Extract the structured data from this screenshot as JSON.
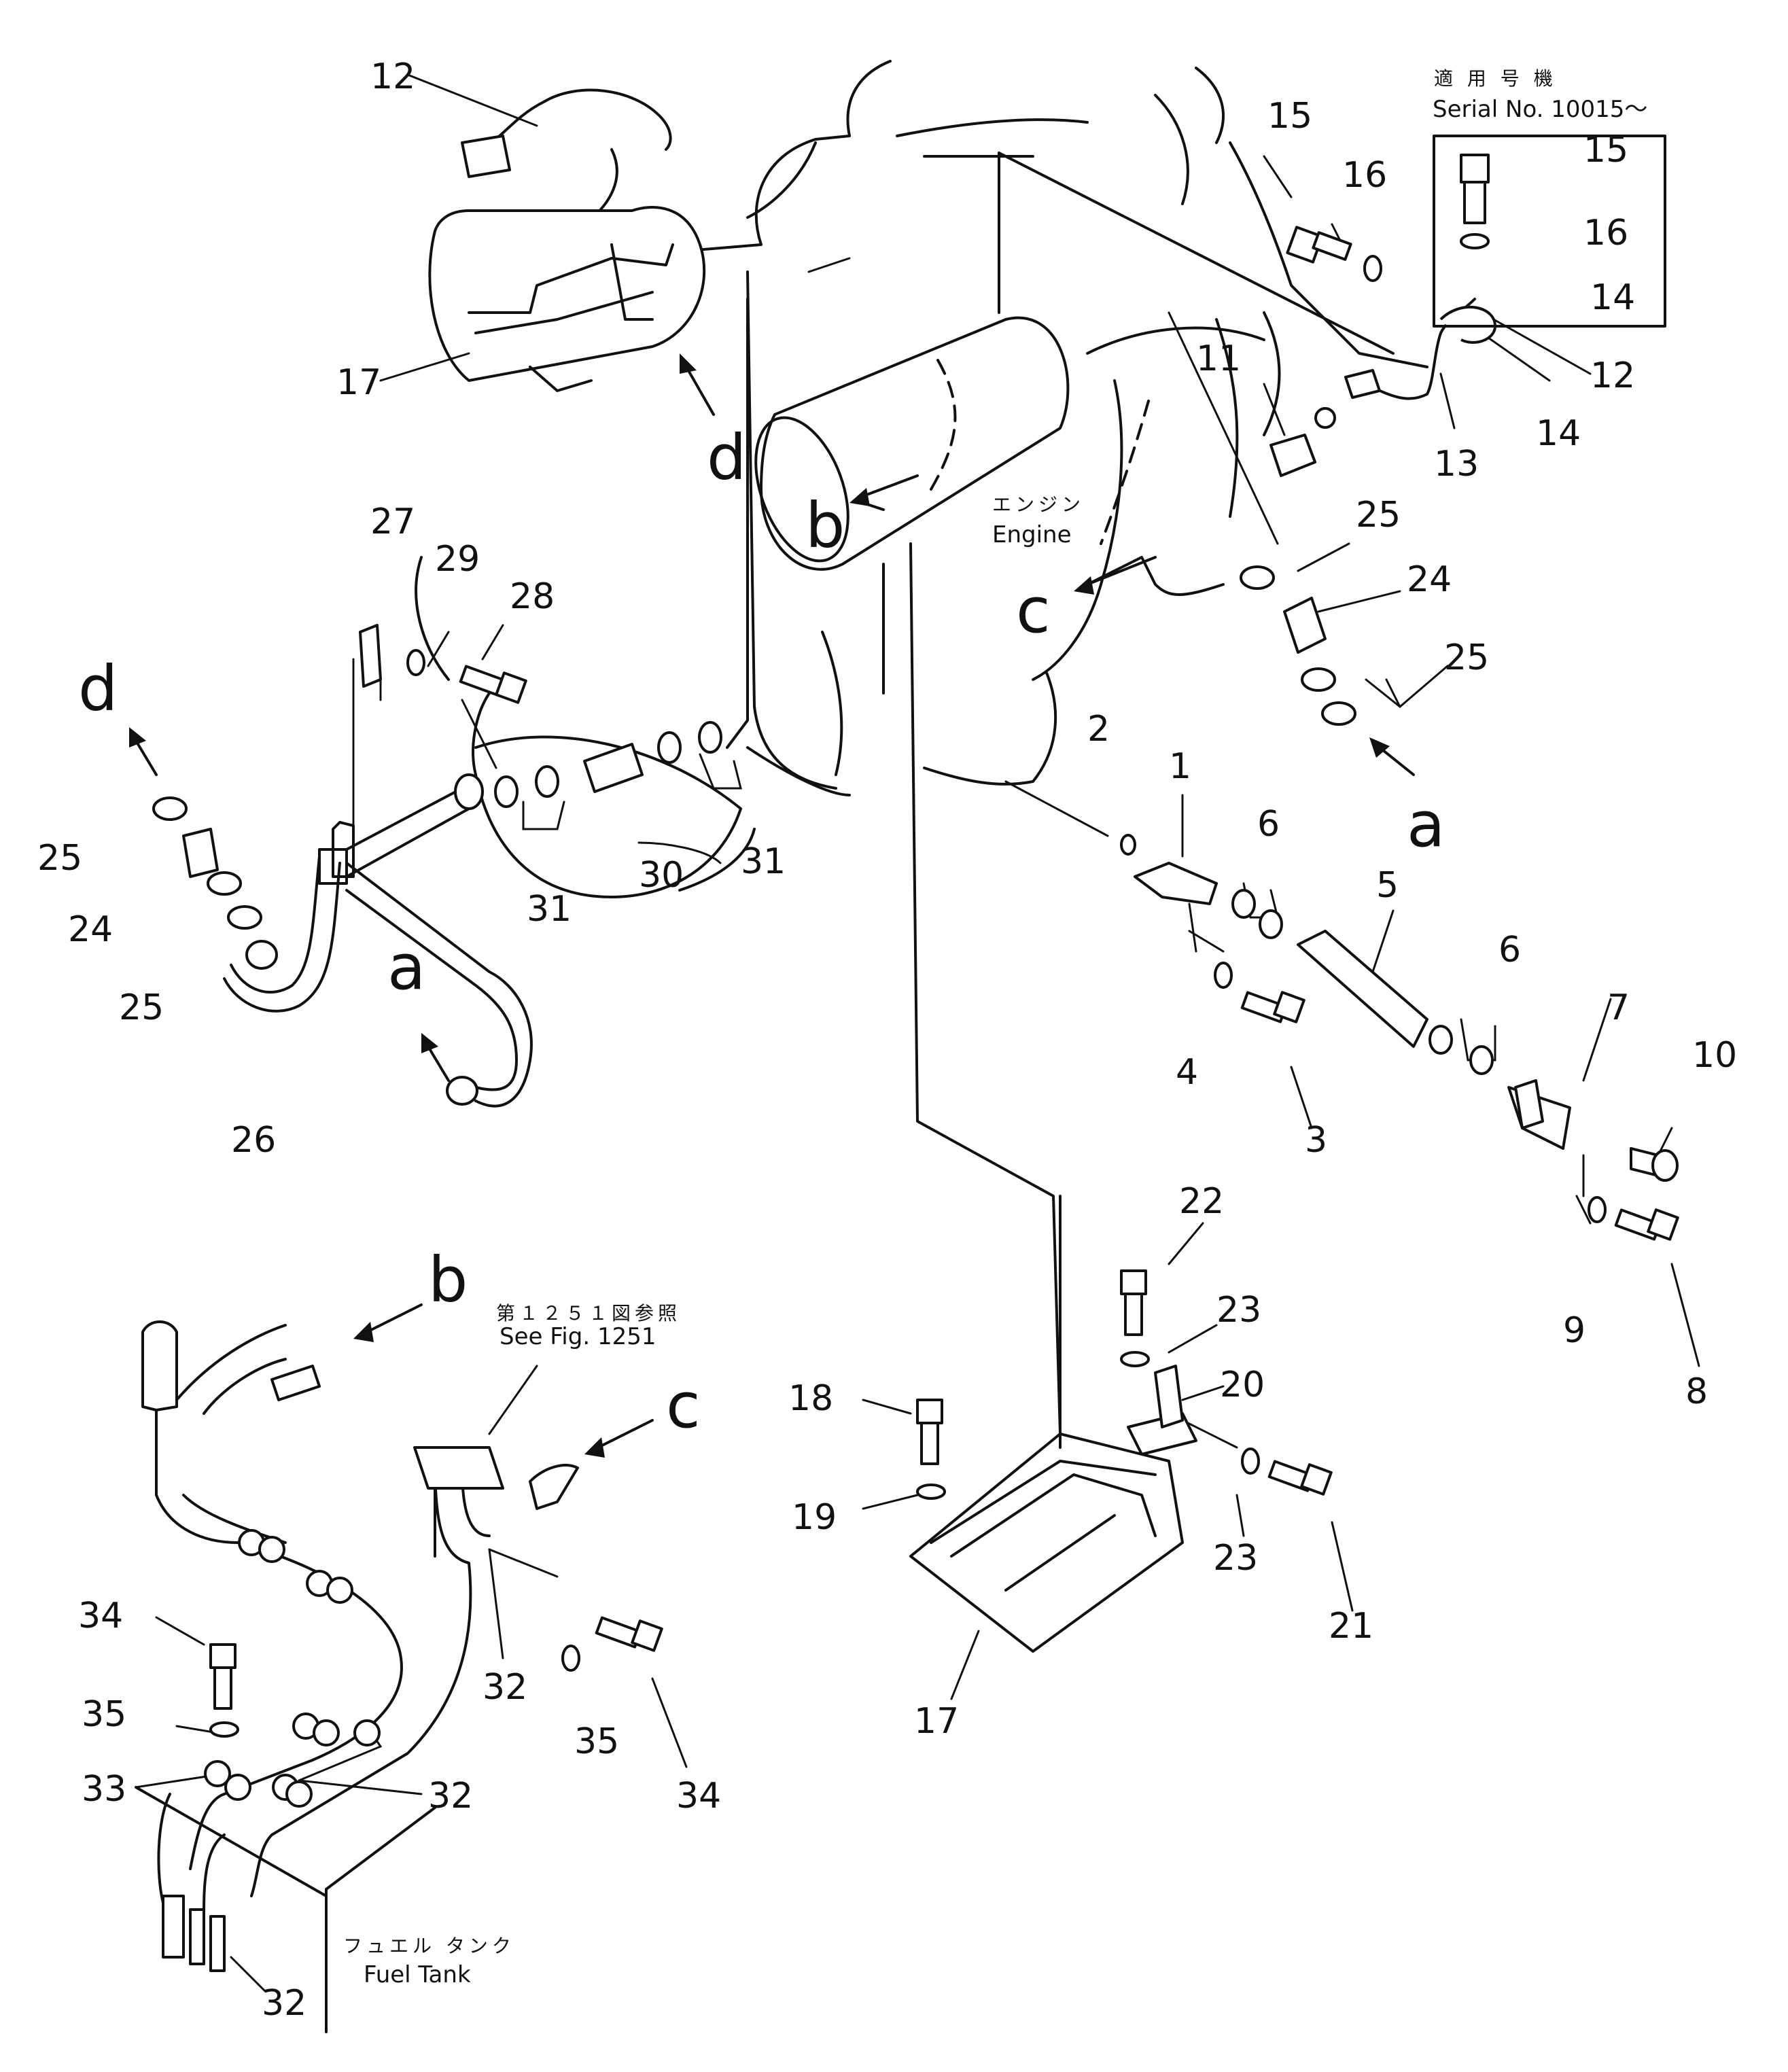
{
  "applicable_serial": {
    "jp": "適 用 号 機",
    "en": "Serial No. 10015～"
  },
  "labels": {
    "engine_jp": "エンジン",
    "engine_en": "Engine",
    "see_fig_jp": "第１２５１図参照",
    "see_fig_en": "See Fig. 1251",
    "fuel_tank_jp": "フュエル タンク",
    "fuel_tank_en": "Fuel Tank"
  },
  "callouts": [
    {
      "id": "c12a",
      "text": "12"
    },
    {
      "id": "c17a",
      "text": "17"
    },
    {
      "id": "c15a",
      "text": "15"
    },
    {
      "id": "c16a",
      "text": "16"
    },
    {
      "id": "c15b",
      "text": "15"
    },
    {
      "id": "c16b",
      "text": "16"
    },
    {
      "id": "c14a",
      "text": "14"
    },
    {
      "id": "c12b",
      "text": "12"
    },
    {
      "id": "c14b",
      "text": "14"
    },
    {
      "id": "c13",
      "text": "13"
    },
    {
      "id": "c11",
      "text": "11"
    },
    {
      "id": "c25a",
      "text": "25"
    },
    {
      "id": "c24a",
      "text": "24"
    },
    {
      "id": "c25b",
      "text": "25"
    },
    {
      "id": "c27",
      "text": "27"
    },
    {
      "id": "c29",
      "text": "29"
    },
    {
      "id": "c28",
      "text": "28"
    },
    {
      "id": "c25c",
      "text": "25"
    },
    {
      "id": "c24b",
      "text": "24"
    },
    {
      "id": "c25d",
      "text": "25"
    },
    {
      "id": "c26",
      "text": "26"
    },
    {
      "id": "c31a",
      "text": "31"
    },
    {
      "id": "c30",
      "text": "30"
    },
    {
      "id": "c31b",
      "text": "31"
    },
    {
      "id": "c2",
      "text": "2"
    },
    {
      "id": "c1",
      "text": "1"
    },
    {
      "id": "c6a",
      "text": "6"
    },
    {
      "id": "c5",
      "text": "5"
    },
    {
      "id": "c6b",
      "text": "6"
    },
    {
      "id": "c7",
      "text": "7"
    },
    {
      "id": "c10",
      "text": "10"
    },
    {
      "id": "c4",
      "text": "4"
    },
    {
      "id": "c3",
      "text": "3"
    },
    {
      "id": "c9",
      "text": "9"
    },
    {
      "id": "c8",
      "text": "8"
    },
    {
      "id": "c22",
      "text": "22"
    },
    {
      "id": "c23a",
      "text": "23"
    },
    {
      "id": "c20",
      "text": "20"
    },
    {
      "id": "c23b",
      "text": "23"
    },
    {
      "id": "c21",
      "text": "21"
    },
    {
      "id": "c18",
      "text": "18"
    },
    {
      "id": "c19",
      "text": "19"
    },
    {
      "id": "c17b",
      "text": "17"
    },
    {
      "id": "c34a",
      "text": "34"
    },
    {
      "id": "c35a",
      "text": "35"
    },
    {
      "id": "c33",
      "text": "33"
    },
    {
      "id": "c32a",
      "text": "32"
    },
    {
      "id": "c32b",
      "text": "32"
    },
    {
      "id": "c35b",
      "text": "35"
    },
    {
      "id": "c34b",
      "text": "34"
    },
    {
      "id": "c32c",
      "text": "32"
    }
  ],
  "connection_letters": [
    {
      "id": "ld1",
      "text": "d"
    },
    {
      "id": "lb1",
      "text": "b"
    },
    {
      "id": "lc1",
      "text": "c"
    },
    {
      "id": "la1",
      "text": "a"
    },
    {
      "id": "ld2",
      "text": "d"
    },
    {
      "id": "la2",
      "text": "a"
    },
    {
      "id": "lb2",
      "text": "b"
    },
    {
      "id": "lc2",
      "text": "c"
    }
  ]
}
